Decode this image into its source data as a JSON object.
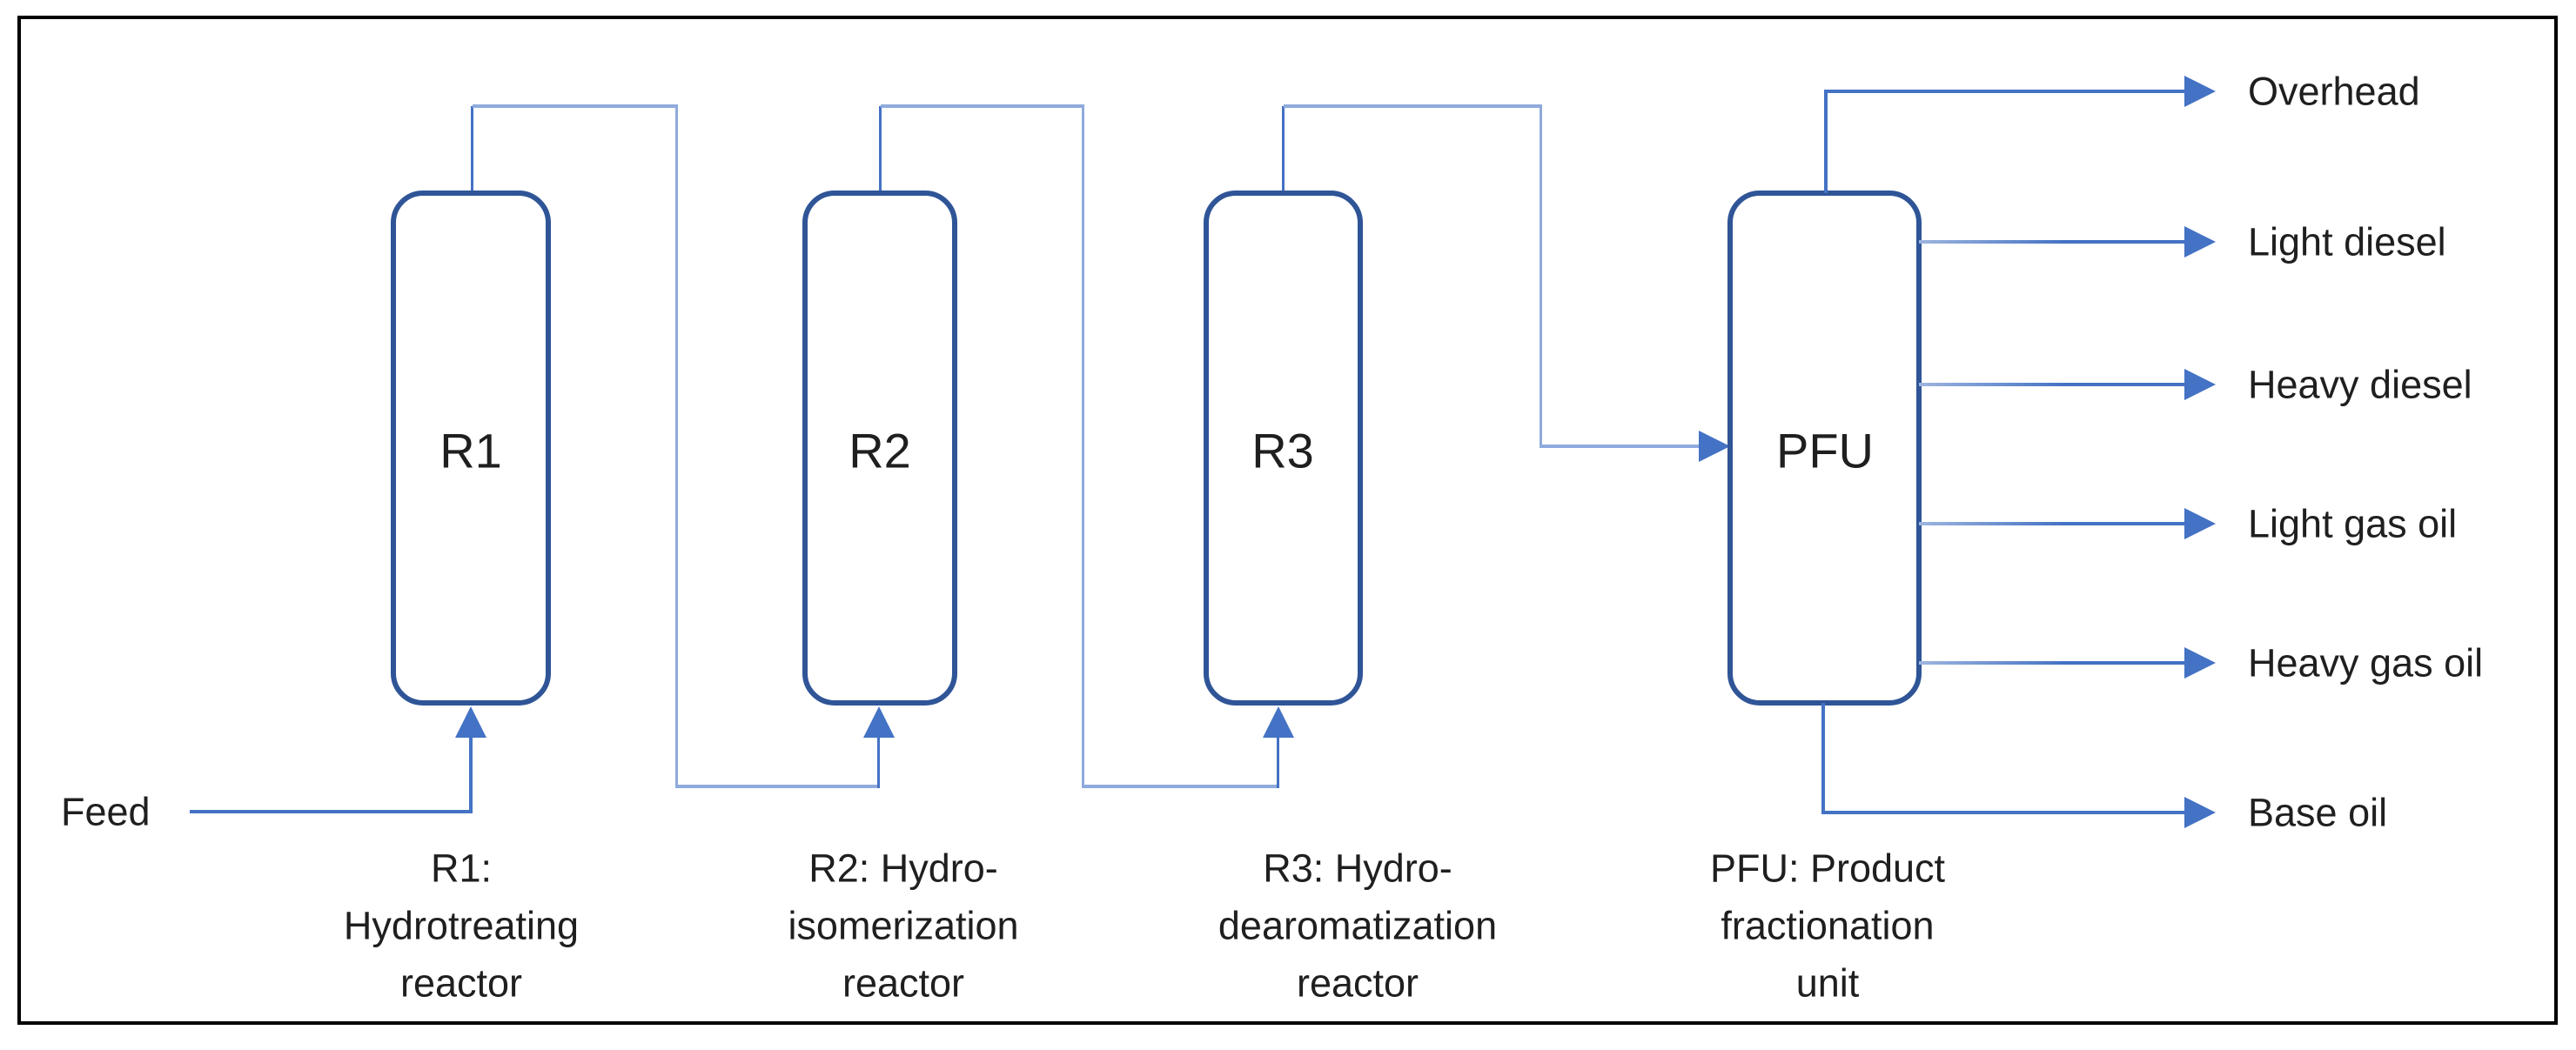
{
  "diagram": {
    "feed_label": "Feed",
    "vessels": [
      {
        "id": "R1",
        "label": "R1",
        "caption_lines": [
          "R1:",
          "Hydrotreating",
          "reactor"
        ]
      },
      {
        "id": "R2",
        "label": "R2",
        "caption_lines": [
          "R2: Hydro-",
          "isomerization",
          "reactor"
        ]
      },
      {
        "id": "R3",
        "label": "R3",
        "caption_lines": [
          "R3: Hydro-",
          "dearomatization",
          "reactor"
        ]
      },
      {
        "id": "PFU",
        "label": "PFU",
        "caption_lines": [
          "PFU: Product",
          "fractionation",
          "unit"
        ]
      }
    ],
    "outputs": [
      "Overhead",
      "Light diesel",
      "Heavy diesel",
      "Light gas oil",
      "Heavy gas oil",
      "Base oil"
    ],
    "colors": {
      "vessel_border": "#2F5597",
      "line_medium": "#4472C4",
      "line_light": "#8FAADC",
      "arrowhead": "#4472C4",
      "text": "#1f1f1f",
      "frame": "#000000",
      "background": "#ffffff"
    }
  }
}
